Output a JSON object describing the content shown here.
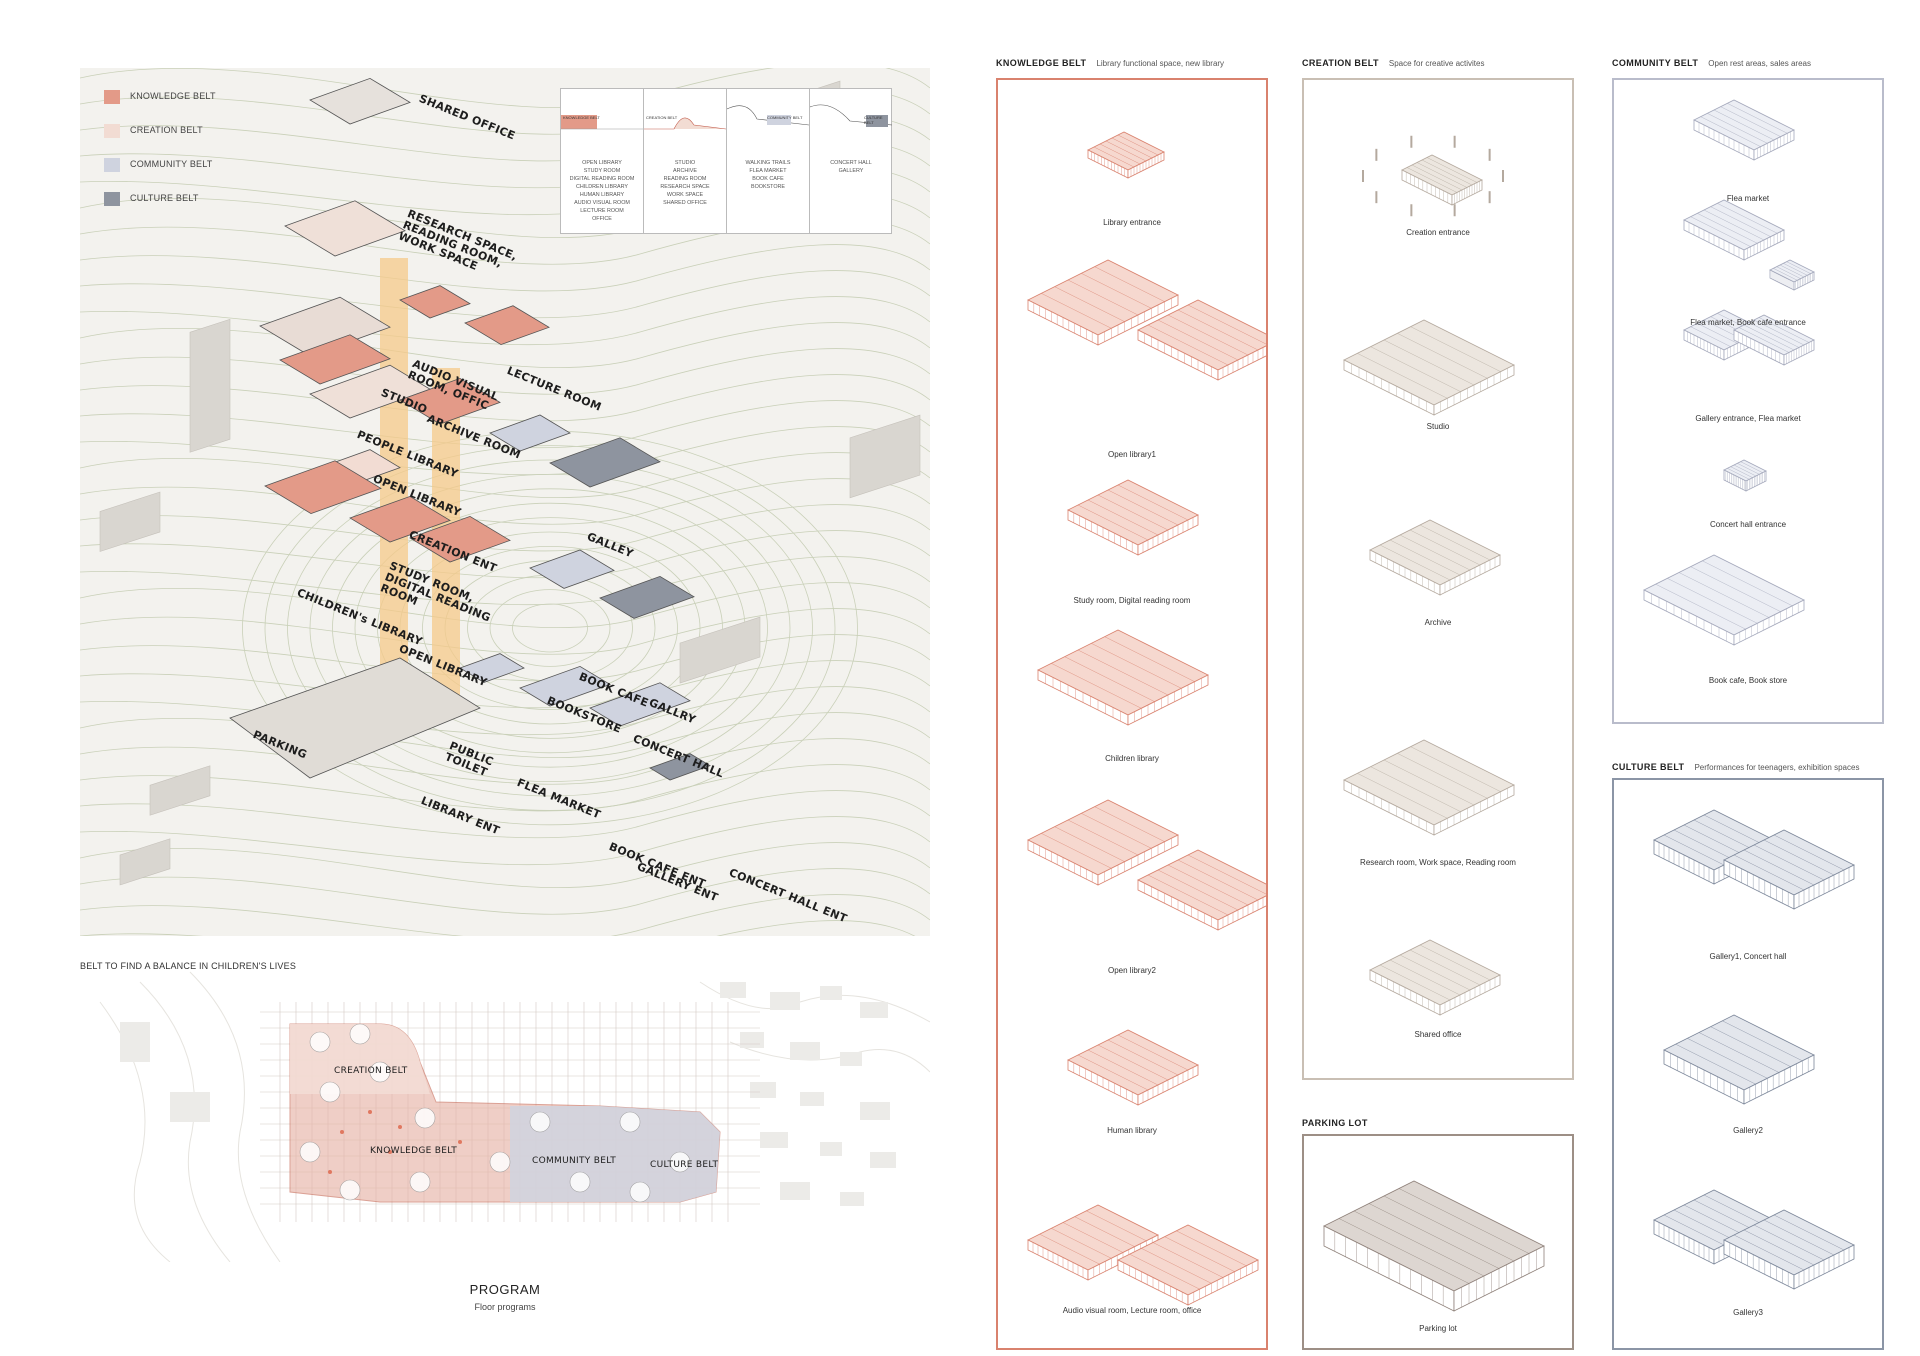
{
  "legend": [
    {
      "label": "KNOWLEDGE BELT",
      "color": "#e39a88"
    },
    {
      "label": "CREATION BELT",
      "color": "#f2dcd3"
    },
    {
      "label": "COMMUNITY BELT",
      "color": "#cfd3df"
    },
    {
      "label": "CULTURE BELT",
      "color": "#8e949f"
    }
  ],
  "map_labels": {
    "shared_office": "SHARED OFFICE",
    "research": "RESEARCH SPACE, READING ROOM, WORK SPACE",
    "audio_visual": "AUDIO VISUAL ROOM, OFFIC",
    "lecture_room": "LECTURE ROOM",
    "studio": "STUDIO",
    "archive_room": "ARCHIVE ROOM",
    "people_library": "PEOPLE LIBRARY",
    "open_library_1": "OPEN LIBRARY",
    "galley": "GALLEY",
    "creation_ent": "CREATION ENT",
    "study_room": "STUDY ROOM, DIGITAL READING ROOM",
    "childrens_library": "CHILDREN's LIBRARY",
    "open_library_2": "OPEN LIBRARY",
    "book_cafe": "BOOK CAFE",
    "bookstore": "BOOKSTORE",
    "gallry": "GALLRY",
    "concert_hall": "CONCERT HALL",
    "parking": "PARKING",
    "public_toilet": "PUBLIC TOILET",
    "flea_market": "FLEA MARKET",
    "library_ent": "LIBRARY ENT",
    "book_cafe_ent": "BOOK CAFE ENT",
    "gallery_ent": "GALLERY ENT",
    "concert_hall_ent": "CONCERT HALL ENT"
  },
  "section_chart": [
    {
      "title": "KNOWLEDGE BELT",
      "color": "#e39a88",
      "items": [
        "OPEN LIBRARY",
        "STUDY ROOM",
        "DIGITAL READING ROOM",
        "CHILDREN LIBRARY",
        "HUMAN LIBRARY",
        "AUDIO VISUAL ROOM",
        "LECTURE ROOM",
        "OFFICE"
      ]
    },
    {
      "title": "CREATION BELT",
      "color": "#f2dcd3",
      "items": [
        "STUDIO",
        "ARCHIVE",
        "READING ROOM",
        "RESEARCH SPACE",
        "WORK SPACE",
        "SHARED OFFICE"
      ]
    },
    {
      "title": "COMMUNITY BELT",
      "color": "#cfd3df",
      "items": [
        "WALKING TRAILS",
        "FLEA MARKET",
        "BOOK CAFE",
        "BOOKSTORE"
      ]
    },
    {
      "title": "CULTURE BELT",
      "color": "#8e949f",
      "items": [
        "CONCERT HALL",
        "GALLERY"
      ]
    }
  ],
  "plan": {
    "title": "BELT TO FIND A BALANCE IN CHILDREN'S LIVES",
    "labels": {
      "creation": "CREATION BELT",
      "knowledge": "KNOWLEDGE BELT",
      "community": "COMMUNITY BELT",
      "culture": "CULTURE BELT"
    },
    "program_title": "PROGRAM",
    "program_subtitle": "Floor programs"
  },
  "knowledge": {
    "heading": "KNOWLEDGE BELT",
    "subheading": "Library functional space, new library",
    "color": "#d9826e",
    "items": [
      "Library entrance",
      "Open library1",
      "Study room, Digital reading room",
      "Children library",
      "Open library2",
      "Human library",
      "Audio visual room, Lecture room, office"
    ]
  },
  "creation": {
    "heading": "CREATION BELT",
    "subheading": "Space for creative activites",
    "color": "#c9bfb4",
    "items": [
      "Creation entrance",
      "Studio",
      "Archive",
      "Research room, Work space, Reading room",
      "Shared office"
    ]
  },
  "parking_lot": {
    "heading": "PARKING LOT",
    "color": "#9d8f86",
    "items": [
      "Parking lot"
    ]
  },
  "community": {
    "heading": "COMMUNITY BELT",
    "subheading": "Open rest areas, sales areas",
    "color": "#b9bccb",
    "items": [
      "Flea market",
      "Flea market, Book cafe entrance",
      "Gallery entrance, Flea market",
      "Concert hall entrance",
      "Book cafe, Book store"
    ]
  },
  "culture": {
    "heading": "CULTURE BELT",
    "subheading": "Performances for teenagers, exhibition spaces",
    "color": "#8b95a6",
    "items": [
      "Gallery1, Concert hall",
      "Gallery2",
      "Gallery3"
    ]
  }
}
